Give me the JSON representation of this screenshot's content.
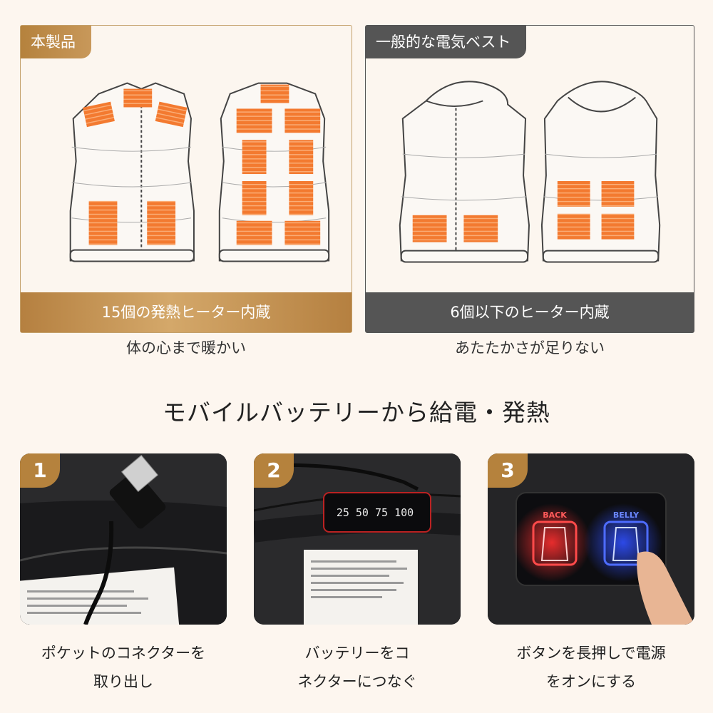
{
  "comparison": {
    "left": {
      "tag": "本製品",
      "band": "15個の発熱ヒーター内蔵",
      "sub": "体の心まで暖かい"
    },
    "right": {
      "tag": "一般的な電気ベスト",
      "band": "6個以下のヒーター内蔵",
      "sub": "あたたかさが足りない"
    }
  },
  "headline": "モバイルバッテリーから給電・発熱",
  "steps": [
    {
      "num": "1",
      "caption_line1": "ポケットのコネクターを",
      "caption_line2": "取り出し"
    },
    {
      "num": "2",
      "caption_line1": "バッテリーをコ",
      "caption_line2": "ネクターにつなぐ",
      "battery_display": "25 50 75 100"
    },
    {
      "num": "3",
      "caption_line1": "ボタンを長押しで電源",
      "caption_line2": "をオンにする",
      "btn_back": "BACK",
      "btn_belly": "BELLY"
    }
  ],
  "colors": {
    "gold": "#b5823d",
    "dark_gray": "#555555",
    "heater": "#f06020",
    "bg": "#fdf6ef"
  }
}
